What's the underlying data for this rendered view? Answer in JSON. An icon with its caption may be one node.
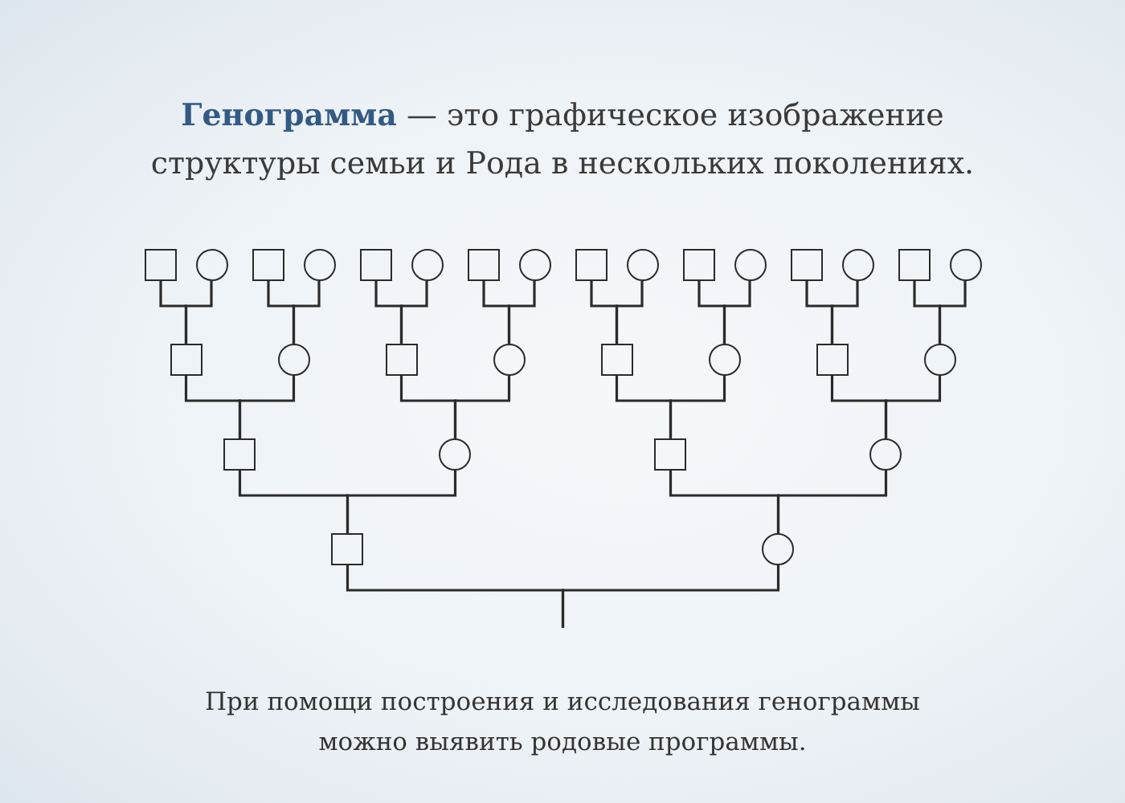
{
  "diagram": {
    "title": "**Генограмма** — это графическое изображение структуры семьи и Рода в нескольких поколениях.",
    "caption": "При помощи построения и исследования генограммы можно выявить родовые программы.",
    "nodes": [
      {
        "text": [],
        "shape": "box"
      },
      {
        "text": [],
        "shape": "circle"
      },
      {
        "text": [],
        "shape": "box"
      },
      {
        "text": [],
        "shape": "circle"
      },
      {
        "text": [],
        "shape": "box"
      },
      {
        "text": [],
        "shape": "circle"
      },
      {
        "text": [],
        "shape": "box"
      },
      {
        "text": [],
        "shape": "circle"
      },
      {
        "text": [],
        "shape": "box"
      },
      {
        "text": [],
        "shape": "circle"
      },
      {
        "text": [],
        "shape": "box"
      },
      {
        "text": [],
        "shape": "circle"
      },
      {
        "text": [],
        "shape": "box"
      },
      {
        "text": [],
        "shape": "circle"
      },
      {
        "text": [],
        "shape": "box"
      },
      {
        "text": [],
        "shape": "circle"
      },
      {
        "text": [],
        "shape": "box"
      },
      {
        "text": [],
        "shape": "circle"
      },
      {
        "text": [],
        "shape": "box"
      },
      {
        "text": [],
        "shape": "circle"
      },
      {
        "text": [],
        "shape": "box"
      },
      {
        "text": [],
        "shape": "circle"
      },
      {
        "text": [],
        "shape": "box"
      },
      {
        "text": [],
        "shape": "circle"
      },
      {
        "text": [],
        "shape": "box"
      },
      {
        "text": [],
        "shape": "circle"
      },
      {
        "text": [],
        "shape": "box"
      },
      {
        "text": [],
        "shape": "circle"
      },
      {
        "text": [],
        "shape": "box"
      },
      {
        "text": [],
        "shape": "circle"
      }
    ],
    "edges": [
      {
        "from": 0,
        "to": 16,
        "arrow": "none"
      },
      {
        "from": 1,
        "to": 16,
        "arrow": "none"
      },
      {
        "from": 2,
        "to": 17,
        "arrow": "none"
      },
      {
        "from": 3,
        "to": 17,
        "arrow": "none"
      },
      {
        "from": 4,
        "to": 18,
        "arrow": "none"
      },
      {
        "from": 5,
        "to": 18,
        "arrow": "none"
      },
      {
        "from": 6,
        "to": 19,
        "arrow": "none"
      },
      {
        "from": 7,
        "to": 19,
        "arrow": "none"
      },
      {
        "from": 8,
        "to": 20,
        "arrow": "none"
      },
      {
        "from": 9,
        "to": 20,
        "arrow": "none"
      },
      {
        "from": 10,
        "to": 21,
        "arrow": "none"
      },
      {
        "from": 11,
        "to": 21,
        "arrow": "none"
      },
      {
        "from": 12,
        "to": 22,
        "arrow": "none"
      },
      {
        "from": 13,
        "to": 22,
        "arrow": "none"
      },
      {
        "from": 14,
        "to": 23,
        "arrow": "none"
      },
      {
        "from": 15,
        "to": 23,
        "arrow": "none"
      },
      {
        "from": 16,
        "to": 24,
        "arrow": "none"
      },
      {
        "from": 17,
        "to": 24,
        "arrow": "none"
      },
      {
        "from": 18,
        "to": 25,
        "arrow": "none"
      },
      {
        "from": 19,
        "to": 25,
        "arrow": "none"
      },
      {
        "from": 20,
        "to": 26,
        "arrow": "none"
      },
      {
        "from": 21,
        "to": 26,
        "arrow": "none"
      },
      {
        "from": 22,
        "to": 27,
        "arrow": "none"
      },
      {
        "from": 23,
        "to": 27,
        "arrow": "none"
      },
      {
        "from": 24,
        "to": 28,
        "arrow": "none"
      },
      {
        "from": 25,
        "to": 28,
        "arrow": "none"
      },
      {
        "from": 26,
        "to": 29,
        "arrow": "none"
      },
      {
        "from": 27,
        "to": 29,
        "arrow": "none"
      },
      {
        "from": 28,
        "to": null,
        "arrow": "none"
      },
      {
        "from": 29,
        "to": null,
        "arrow": "none"
      }
    ]
  }
}
